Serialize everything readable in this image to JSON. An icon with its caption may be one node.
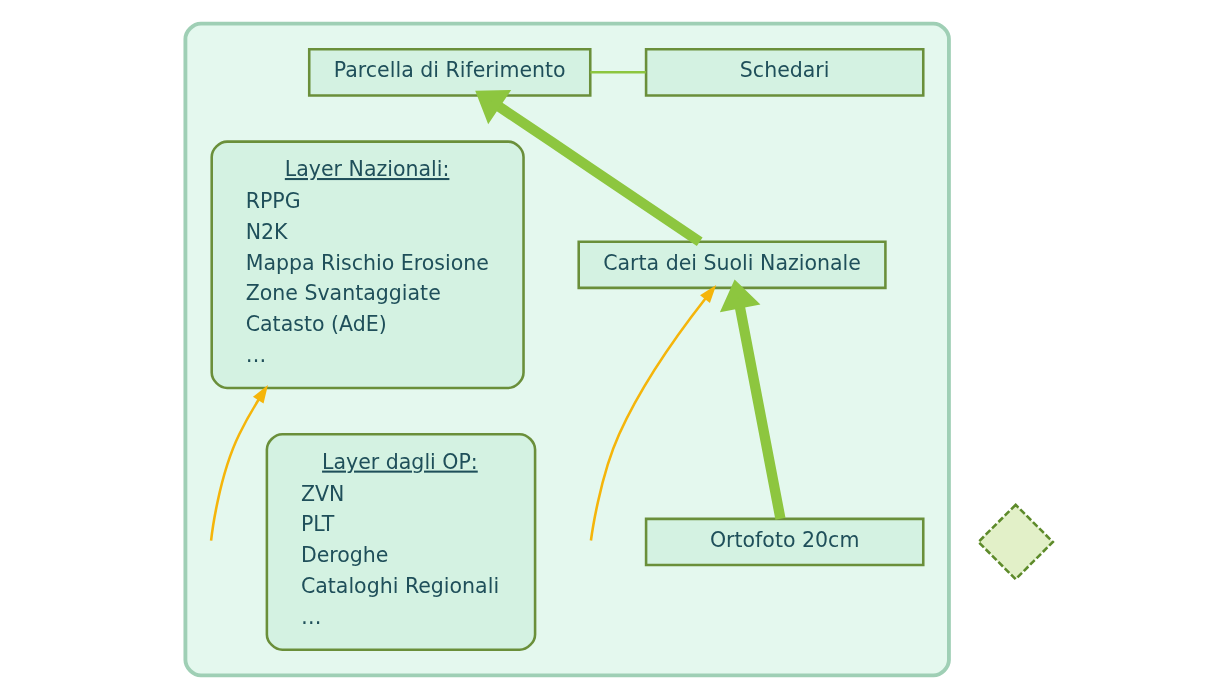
{
  "diagram": {
    "nodes": [
      {
        "text": [],
        "shape": "box"
      },
      {
        "text": [
          "Parcella di Riferimento"
        ],
        "in": 0
      },
      {
        "text": [
          "Schedari"
        ],
        "in": 0
      },
      {
        "text": [
          "Carta dei Suoli Nazionale"
        ],
        "in": 0
      },
      {
        "text": [
          "Ortofoto 20cm"
        ],
        "in": 0
      },
      {
        "text": [
          "Layer Nazionali:",
          "RPPG",
          "N2K",
          "Mappa Rischio Erosione",
          "Zone Svantaggiate",
          "Catasto (AdE)",
          "…"
        ],
        "in": 0
      },
      {
        "text": [
          "Layer dagli OP:",
          "ZVN",
          "PLT",
          "Deroghe",
          "Cataloghi Regionali",
          "…"
        ],
        "in": 0
      },
      {
        "text": [],
        "shape": "diamond"
      }
    ],
    "edges": [
      {
        "from": 1,
        "to": 2,
        "arrow": "none"
      },
      {
        "from": 3,
        "to": 1,
        "arrow": "to",
        "style": "thick",
        "color": "#8dc63f"
      },
      {
        "from": 4,
        "to": 3,
        "arrow": "to",
        "style": "thick",
        "color": "#8dc63f"
      },
      {
        "from": null,
        "to": 3,
        "arrow": "to",
        "color": "#f5b50a"
      },
      {
        "from": null,
        "to": 5,
        "arrow": "to",
        "color": "#f5b50a"
      }
    ]
  }
}
